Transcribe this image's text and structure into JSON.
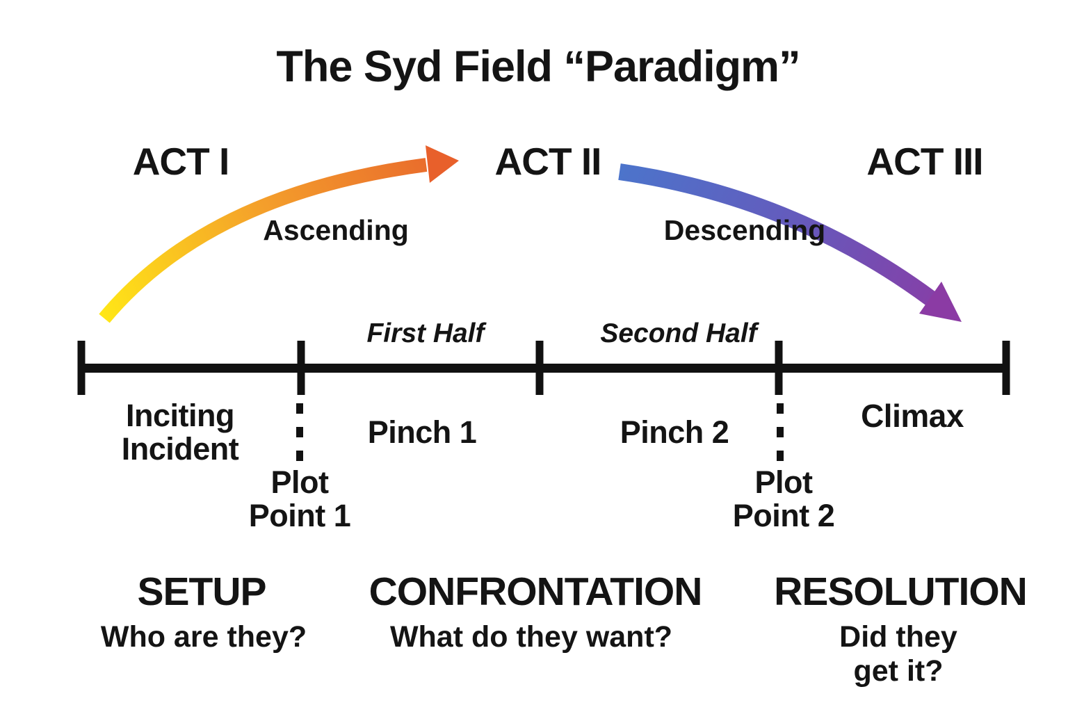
{
  "title": "The Syd Field “Paradigm”",
  "acts": [
    {
      "label": "ACT I"
    },
    {
      "label": "ACT II"
    },
    {
      "label": "ACT III"
    }
  ],
  "arrows": {
    "ascending": {
      "label": "Ascending",
      "colors": {
        "start": "#ffe617",
        "mid": "#f49f2b",
        "end": "#e8662c",
        "head": "#e8602b"
      }
    },
    "descending": {
      "label": "Descending",
      "colors": {
        "start": "#4c74cb",
        "mid": "#655abc",
        "end": "#8b3ba4",
        "head": "#8b3ba4"
      }
    }
  },
  "timeline": {
    "halves": [
      {
        "label": "First Half"
      },
      {
        "label": "Second Half"
      }
    ],
    "markers": {
      "inciting_incident": "Inciting\nIncident",
      "plot_point_1": "Plot\nPoint 1",
      "pinch_1": "Pinch 1",
      "pinch_2": "Pinch 2",
      "plot_point_2": "Plot\nPoint 2",
      "climax": "Climax"
    },
    "line_color": "#111111"
  },
  "sections": [
    {
      "name": "SETUP",
      "question": "Who are they?"
    },
    {
      "name": "CONFRONTATION",
      "question": "What do they want?"
    },
    {
      "name": "RESOLUTION",
      "question": "Did they get it?"
    }
  ]
}
